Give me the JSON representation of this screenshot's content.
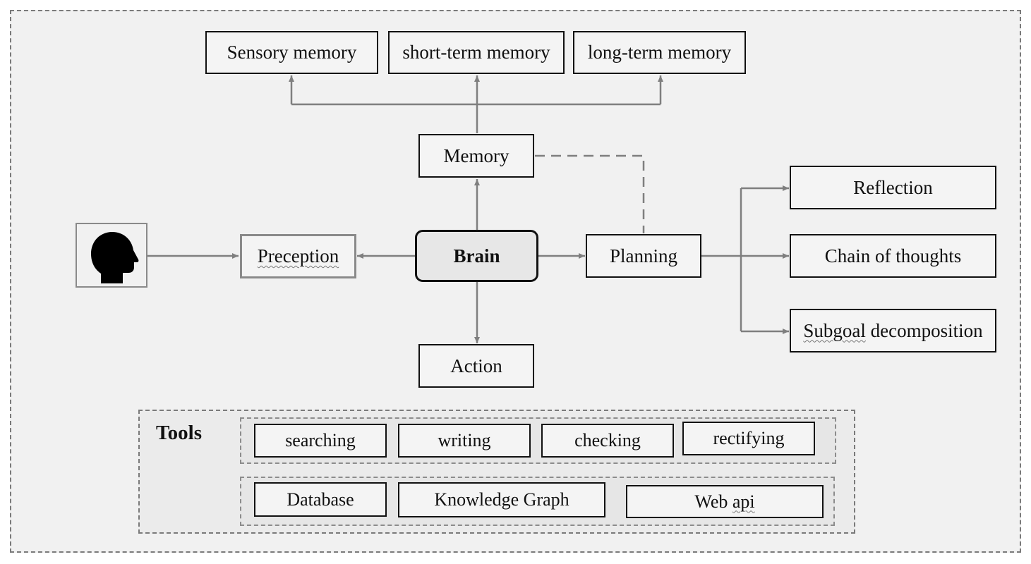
{
  "diagram": {
    "memory_types": {
      "sensory": "Sensory memory",
      "short_term": "short-term memory",
      "long_term": "long-term memory"
    },
    "memory": "Memory",
    "brain": "Brain",
    "perception": "Preception",
    "planning": "Planning",
    "action": "Action",
    "planning_methods": {
      "reflection": "Reflection",
      "chain": "Chain of thoughts",
      "subgoal_word": "Subgoal",
      "subgoal_rest": " decomposition"
    },
    "tools": {
      "label": "Tools",
      "row1": [
        "searching",
        "writing",
        "checking",
        "rectifying"
      ],
      "row2": {
        "database": "Database",
        "knowledge_graph": "Knowledge Graph",
        "web_api_word": "Web ",
        "web_api_squiggle": "api"
      }
    },
    "human_icon": "head-silhouette-icon"
  }
}
